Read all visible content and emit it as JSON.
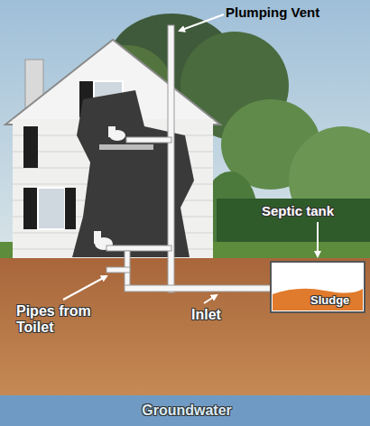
{
  "diagram": {
    "labels": [
      "Plumping Vent",
      "Septic tank",
      "Sludge",
      "Pipes from Toilet",
      "Inlet",
      "Groundwater"
    ]
  }
}
